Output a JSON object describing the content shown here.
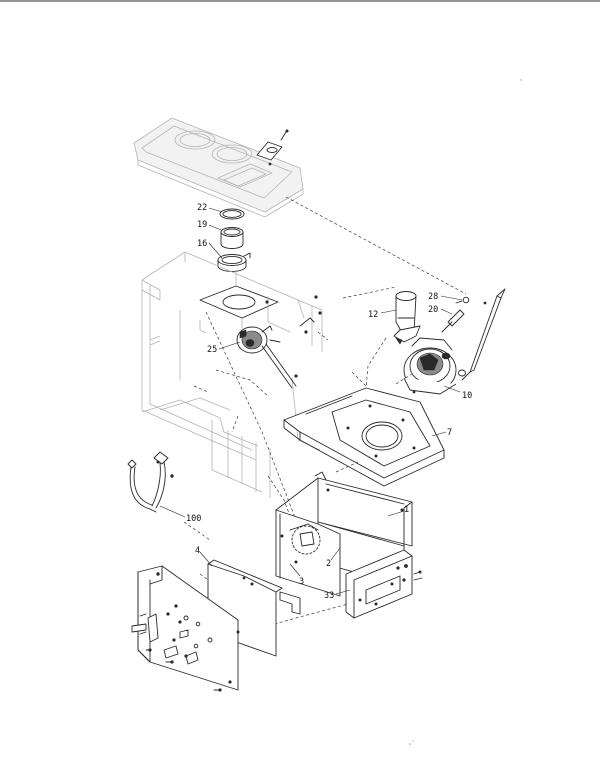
{
  "callouts": [
    {
      "id": "c22",
      "text": "22"
    },
    {
      "id": "c19",
      "text": "19"
    },
    {
      "id": "c16",
      "text": "16"
    },
    {
      "id": "c25",
      "text": "25"
    },
    {
      "id": "c12",
      "text": "12"
    },
    {
      "id": "c28",
      "text": "28"
    },
    {
      "id": "c20",
      "text": "20"
    },
    {
      "id": "c10",
      "text": "10"
    },
    {
      "id": "c7",
      "text": "7"
    },
    {
      "id": "c1",
      "text": "1"
    },
    {
      "id": "c2",
      "text": "2"
    },
    {
      "id": "c3",
      "text": "3"
    },
    {
      "id": "c4",
      "text": "4"
    },
    {
      "id": "c33",
      "text": "33"
    },
    {
      "id": "c100",
      "text": "100"
    }
  ]
}
